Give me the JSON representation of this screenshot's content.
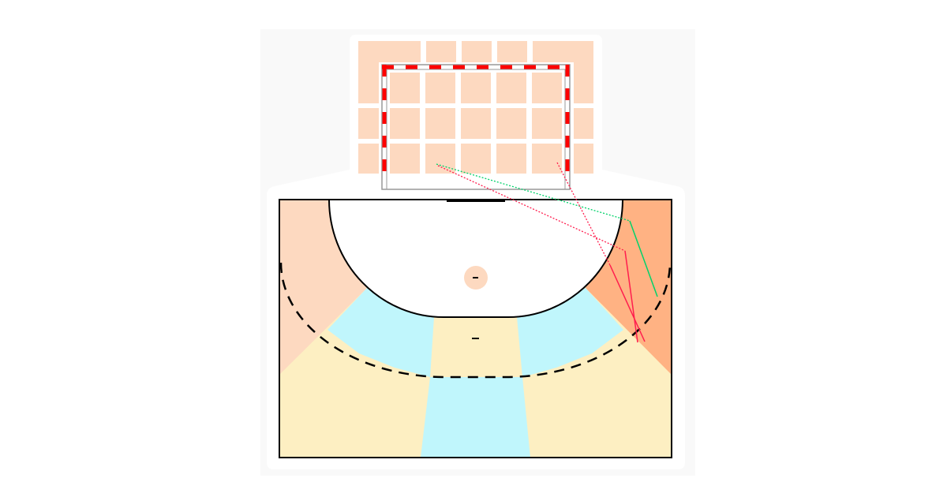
{
  "colors": {
    "panel_bg": "#f9f9f9",
    "goal_cell": "#fdd9c0",
    "post_red": "#ff0000",
    "left_wing": "#fdd9c0",
    "right_wing": "#ffb283",
    "back_zone": "#fdefc2",
    "center_zone": "#c0f6fc",
    "goal_area": "#ffffff",
    "line": "#000000",
    "shot_goal": "#00d26a",
    "shot_miss": "#ff1e4e"
  },
  "shots": [
    {
      "result": "goal"
    },
    {
      "result": "miss"
    },
    {
      "result": "miss"
    }
  ]
}
